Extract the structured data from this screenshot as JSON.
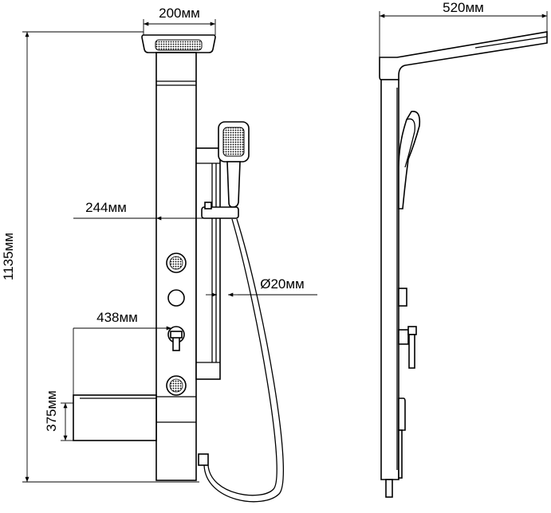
{
  "dimensions": {
    "top_width": "200мм",
    "side_width": "520мм",
    "total_height": "1135мм",
    "bar_offset": "244мм",
    "hose_diameter": "Ø20мм",
    "mixer_offset": "438мм",
    "spout_height": "375мм"
  },
  "colors": {
    "line": "#000000",
    "background": "#ffffff"
  }
}
